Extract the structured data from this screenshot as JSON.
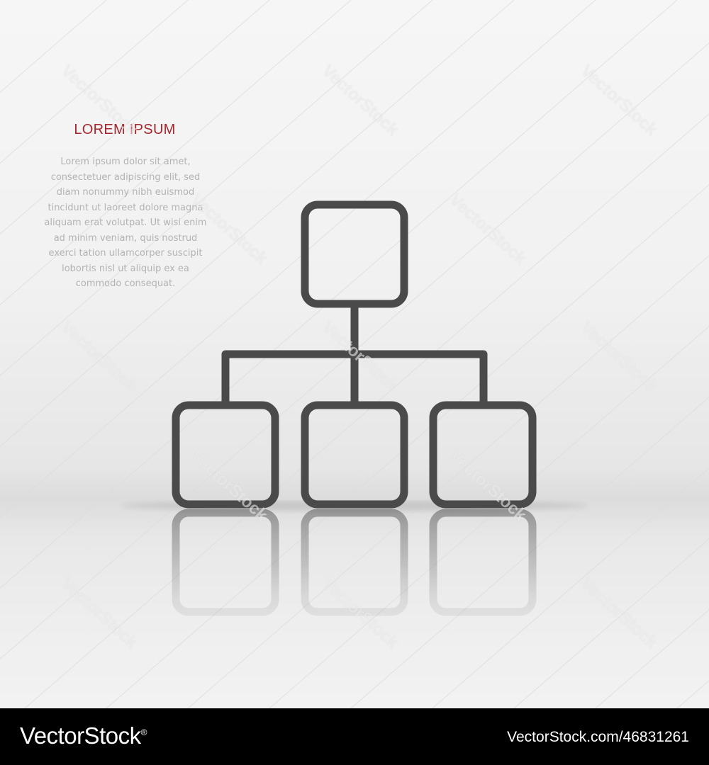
{
  "heading": "LOREM IPSUM",
  "body_lines": [
    "Lorem ipsum dolor sit amet,",
    "consectetuer adipiscing elit, sed",
    "diam nonummy nibh euismod",
    "tincidunt ut laoreet dolore magna",
    "aliquam erat volutpat. Ut wisi enim",
    "ad minim veniam, quis nostrud",
    "exerci tation ullamcorper suscipit",
    "lobortis nisl ut aliquip ex ea",
    "commodo consequat."
  ],
  "watermark_text": "VectorStock",
  "footer": {
    "logo": "VectorStock",
    "logo_mark": "®",
    "url": "VectorStock.com/46831261"
  },
  "icon": "hierarchy-structure-icon",
  "colors": {
    "heading": "#a6262d",
    "body_text": "#b3b3b3",
    "icon_stroke": "#4a4a4a",
    "footer_bg": "#000000",
    "footer_text": "#ffffff"
  }
}
